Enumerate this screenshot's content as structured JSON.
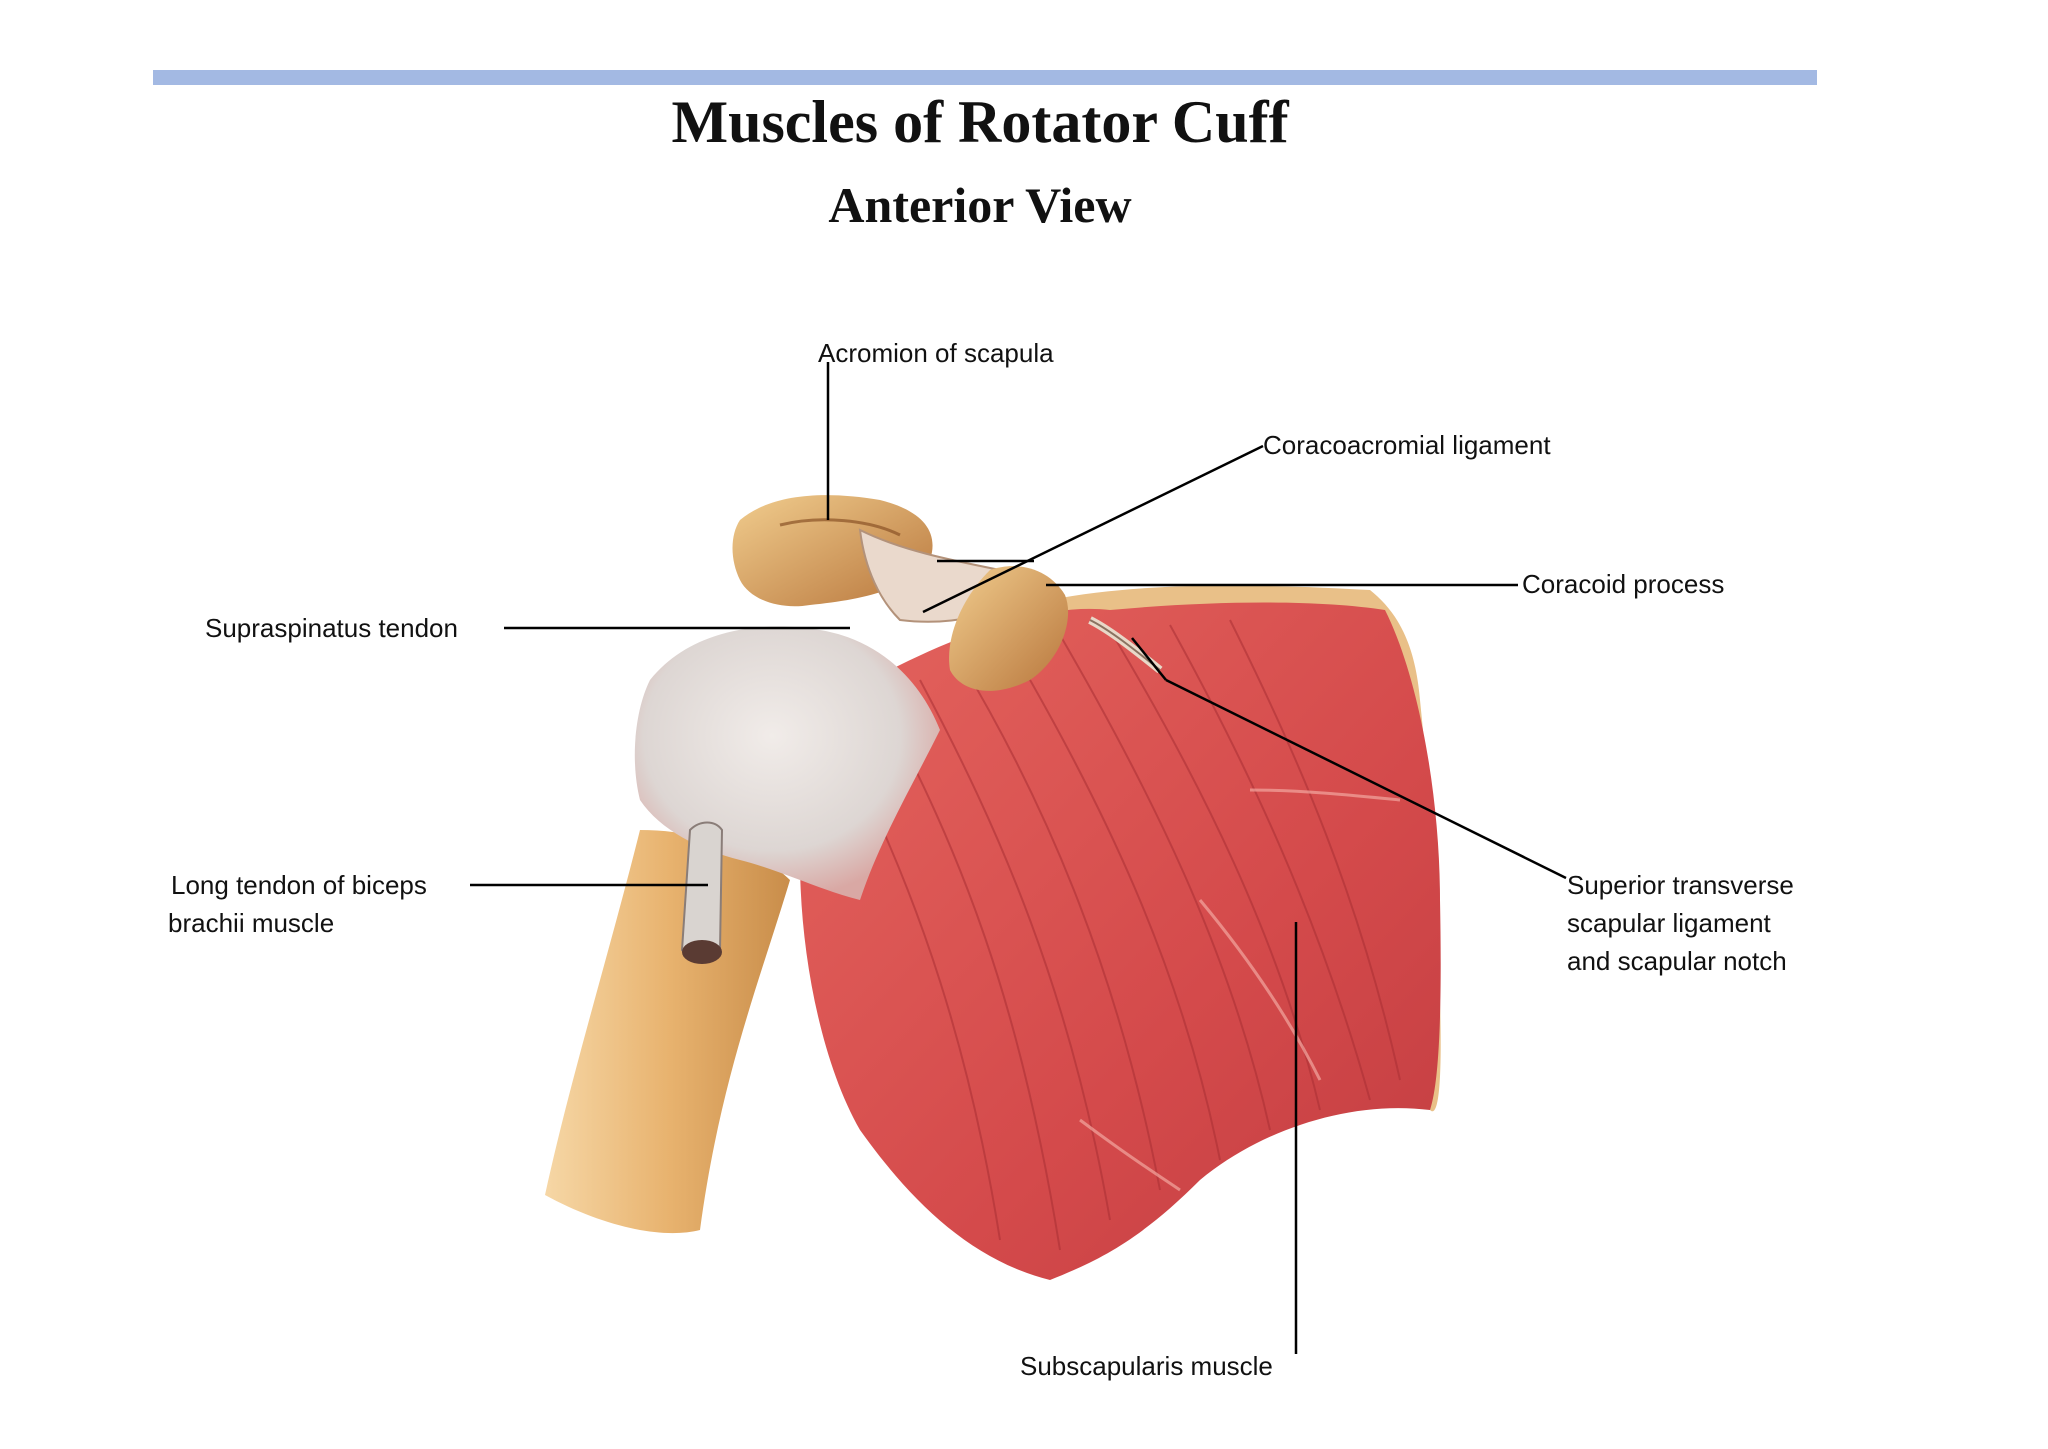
{
  "slide": {
    "title": "Muscles of Rotator Cuff",
    "subtitle": "Anterior View"
  },
  "labels": {
    "acromion": "Acromion of scapula",
    "coracoacromial": "Coracoacromial ligament",
    "coracoid": "Coracoid process",
    "supraspinatus": "Supraspinatus tendon",
    "biceps_line1": "Long tendon of biceps",
    "biceps_line2": "brachii muscle",
    "transverse_line1": "Superior transverse",
    "transverse_line2": "scapular ligament",
    "transverse_line3": "and scapular notch",
    "subscapularis": "Subscapularis muscle"
  },
  "colors": {
    "rule": "#a3b9e3",
    "muscle": "#d9504f",
    "muscle_dark": "#b8373a",
    "bone": "#e9b978",
    "tendon": "#e3dedb",
    "leader_line": "#000000"
  }
}
